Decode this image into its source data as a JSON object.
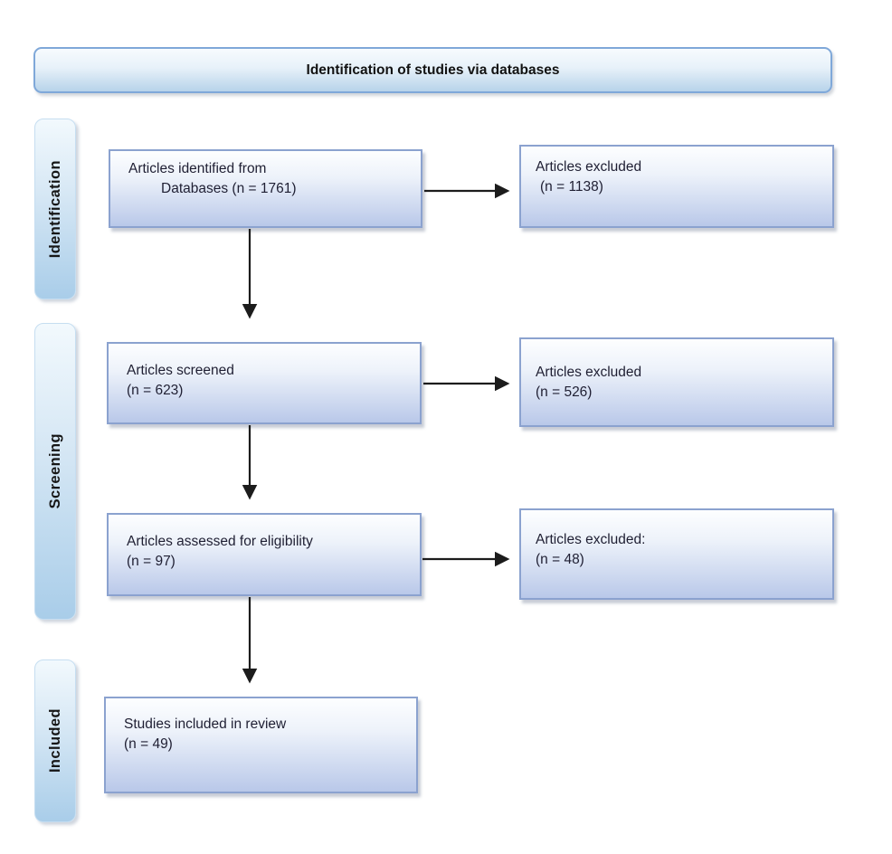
{
  "header": {
    "title": "Identification of studies via databases"
  },
  "sidebar": {
    "stages": [
      {
        "label": "Identification"
      },
      {
        "label": "Screening"
      },
      {
        "label": "Included"
      }
    ]
  },
  "flow": {
    "main_boxes": [
      {
        "line1": "Articles identified from",
        "line2": "Databases (n = 1761)"
      },
      {
        "line1": "Articles screened",
        "line2": "(n = 623)"
      },
      {
        "line1": "Articles assessed for eligibility",
        "line2": "(n = 97)"
      },
      {
        "line1": "Studies included in review",
        "line2": "(n = 49)"
      }
    ],
    "excluded_boxes": [
      {
        "line1": "Articles excluded",
        "line2": "(n = 1138)"
      },
      {
        "line1": "Articles excluded",
        "line2": "(n = 526)"
      },
      {
        "line1": "Articles excluded:",
        "line2": "(n = 48)"
      }
    ]
  },
  "colors": {
    "banner_border": "#7fa8d9",
    "banner_fill_bottom": "#b7d3ea",
    "box_border": "#8ba2cf",
    "box_fill_bottom": "#b9c8e9",
    "stage_fill_bottom": "#a9cde9",
    "arrow": "#1c1c1c",
    "text": "#1f1f33"
  }
}
